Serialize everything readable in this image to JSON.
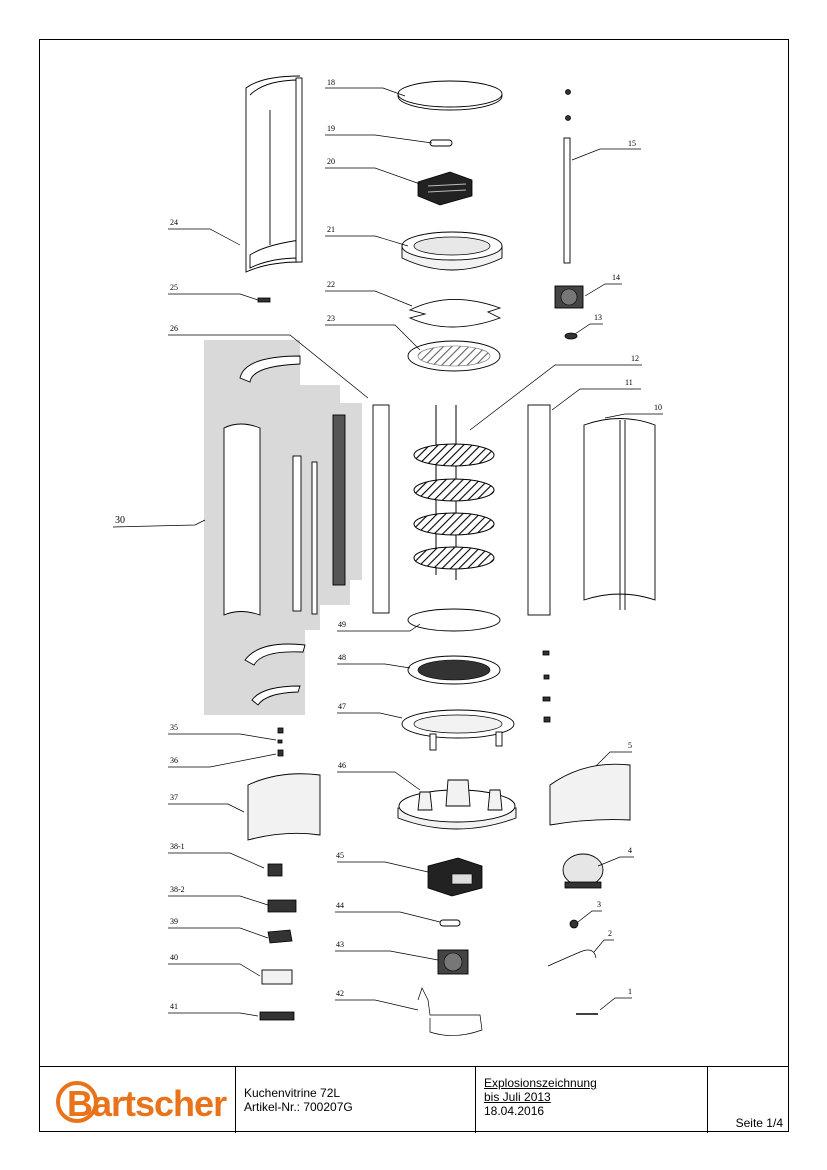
{
  "parts": [
    {
      "id": "p18",
      "label": "18"
    },
    {
      "id": "p19",
      "label": "19"
    },
    {
      "id": "p20",
      "label": "20"
    },
    {
      "id": "p21",
      "label": "21"
    },
    {
      "id": "p22",
      "label": "22"
    },
    {
      "id": "p23",
      "label": "23"
    },
    {
      "id": "p24",
      "label": "24"
    },
    {
      "id": "p25",
      "label": "25"
    },
    {
      "id": "p26",
      "label": "26"
    },
    {
      "id": "p15",
      "label": "15"
    },
    {
      "id": "p14",
      "label": "14"
    },
    {
      "id": "p13",
      "label": "13"
    },
    {
      "id": "p12",
      "label": "12"
    },
    {
      "id": "p11",
      "label": "11"
    },
    {
      "id": "p10",
      "label": "10"
    },
    {
      "id": "p30",
      "label": "30"
    },
    {
      "id": "p49",
      "label": "49"
    },
    {
      "id": "p48",
      "label": "48"
    },
    {
      "id": "p47",
      "label": "47"
    },
    {
      "id": "p46",
      "label": "46"
    },
    {
      "id": "p45",
      "label": "45"
    },
    {
      "id": "p44",
      "label": "44"
    },
    {
      "id": "p43",
      "label": "43"
    },
    {
      "id": "p42",
      "label": "42"
    },
    {
      "id": "p35",
      "label": "35"
    },
    {
      "id": "p36",
      "label": "36"
    },
    {
      "id": "p37",
      "label": "37"
    },
    {
      "id": "p38-1",
      "label": "38-1"
    },
    {
      "id": "p38-2",
      "label": "38-2"
    },
    {
      "id": "p39",
      "label": "39"
    },
    {
      "id": "p40",
      "label": "40"
    },
    {
      "id": "p41",
      "label": "41"
    },
    {
      "id": "p5",
      "label": "5"
    },
    {
      "id": "p4",
      "label": "4"
    },
    {
      "id": "p3",
      "label": "3"
    },
    {
      "id": "p2",
      "label": "2"
    },
    {
      "id": "p1",
      "label": "1"
    }
  ],
  "titleblock": {
    "logo_text": "Bartscher",
    "product_name": "Kuchenvitrine 72L",
    "article_number": "Artikel-Nr.: 700207G",
    "drawing_type": "Explosionszeichnung",
    "valid_until": "bis Juli 2013",
    "date": "18.04.2016",
    "page": "Seite 1/4"
  },
  "colors": {
    "logo_orange": "#e8731a",
    "group_shade": "#d9d9d9"
  }
}
